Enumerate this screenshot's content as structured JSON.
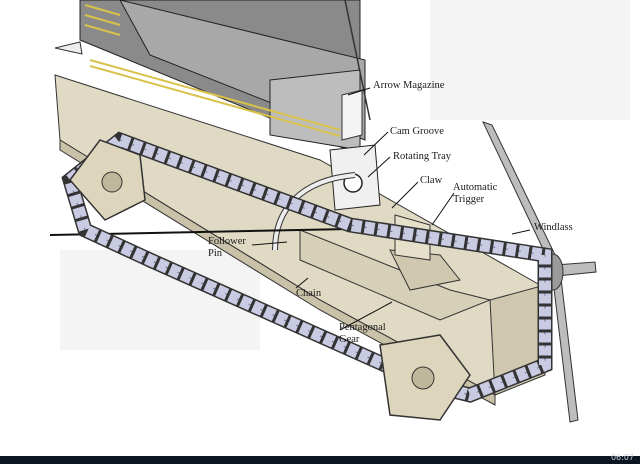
{
  "diagram": {
    "labels": {
      "arrow_magazine": "Arrow Magazine",
      "cam_groove": "Cam Groove",
      "rotating_tray": "Rotating Tray",
      "claw": "Claw",
      "automatic_trigger": "Automatic Trigger",
      "windlass": "Windlass",
      "follower_pin": "Follower Pin",
      "chain": "Chain",
      "pentagonal_gear": "Pentagonal Gear"
    }
  },
  "taskbar": {
    "clock": "06:07"
  },
  "colors": {
    "chain_link": "#c9cbe2",
    "wood": "#dcd6c0",
    "magazine": "#8c8c8c",
    "arrow_fletch": "#d8c24a",
    "taskbar": "#0b1420"
  }
}
